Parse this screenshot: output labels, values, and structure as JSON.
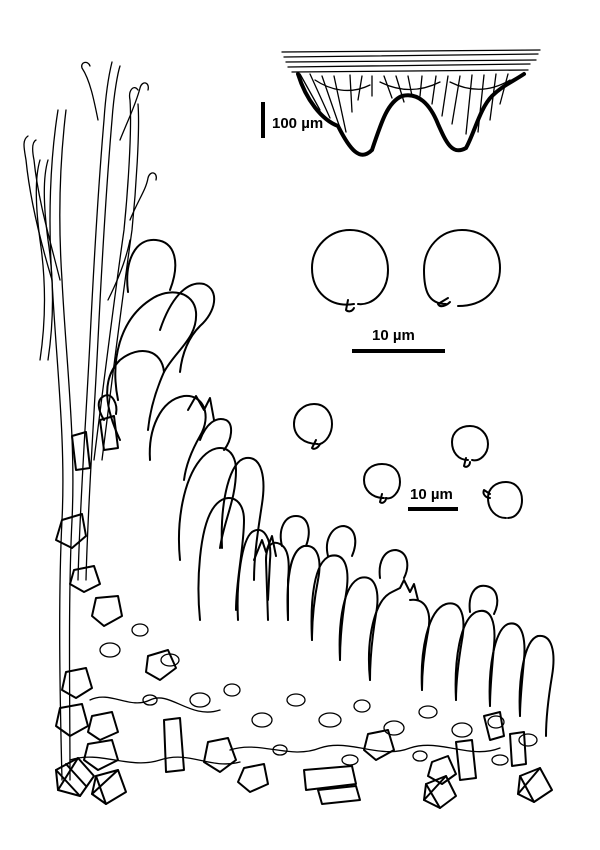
{
  "figure": {
    "scale_bars": {
      "habit": "100 µm",
      "spores_large": "10 µm",
      "spores_small": "10 µm"
    }
  }
}
